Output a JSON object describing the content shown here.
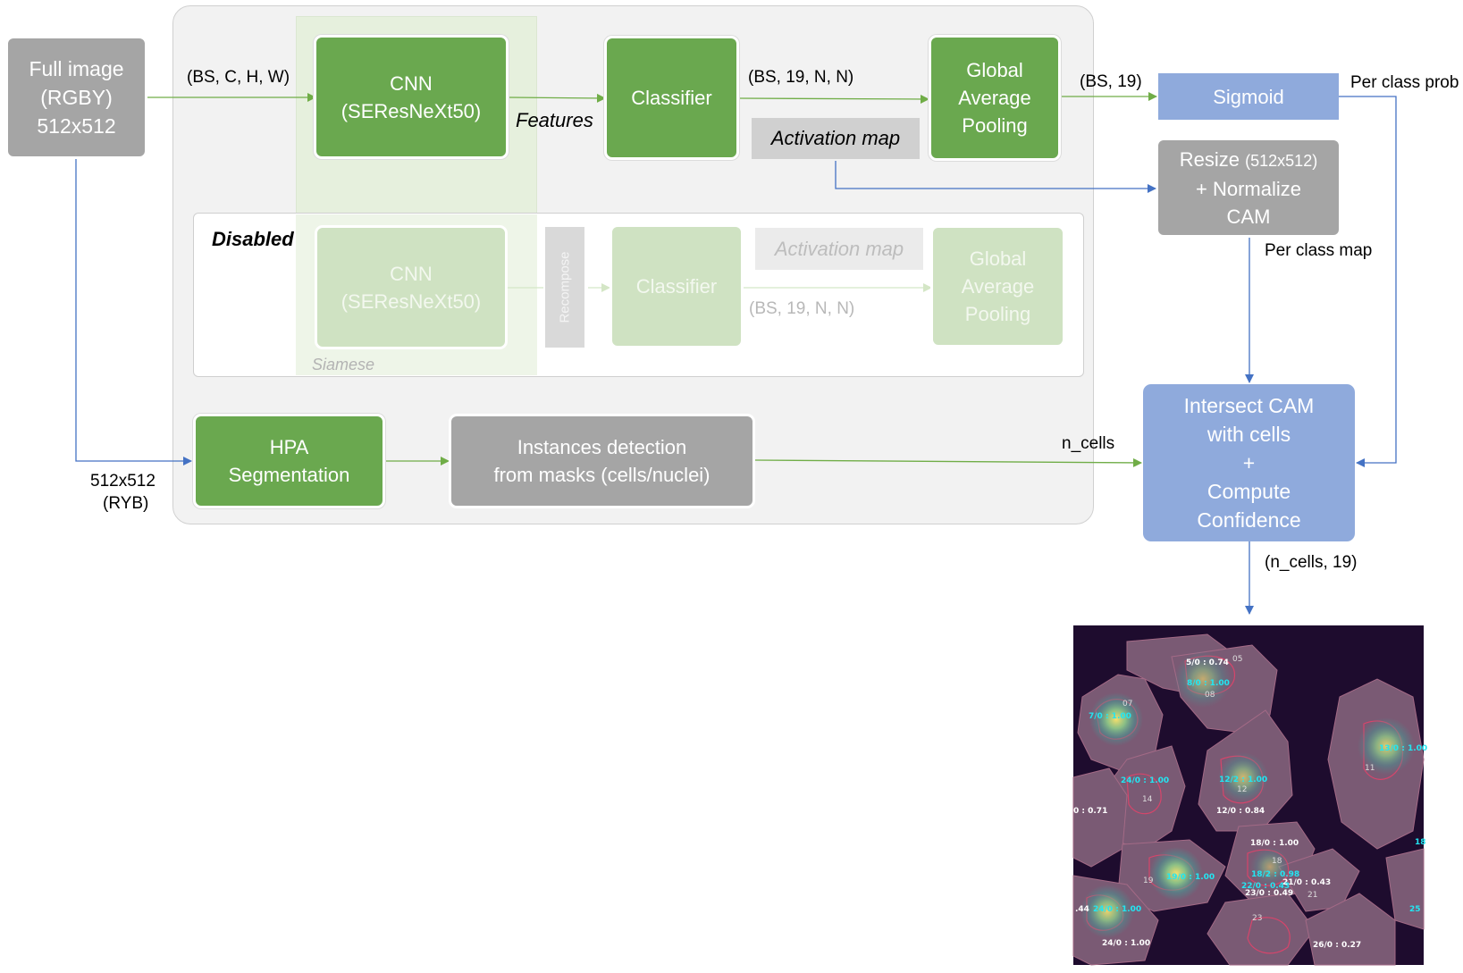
{
  "input": {
    "line1": "Full image",
    "line2": "(RGBY)",
    "line3": "512x512"
  },
  "labels": {
    "input_shape": "(BS, C, H, W)",
    "features": "Features",
    "classifier_shape": "(BS, 19, N, N)",
    "gap_shape": "(BS, 19)",
    "per_class_prob": "Per class prob",
    "per_class_map": "Per class map",
    "n_cells": "n_cells",
    "output_shape": "(n_cells, 19)",
    "seg_input_line1": "512x512",
    "seg_input_line2": "(RYB)"
  },
  "cnn": {
    "line1": "CNN",
    "line2": "(SEResNeXt50)"
  },
  "classifier": {
    "label": "Classifier"
  },
  "gap": {
    "line1": "Global",
    "line2": "Average",
    "line3": "Pooling"
  },
  "activation_map": {
    "label": "Activation map"
  },
  "sigmoid": {
    "label": "Sigmoid"
  },
  "resize": {
    "line1a": "Resize ",
    "line1b": "(512x512)",
    "line2": "+ Normalize",
    "line3": "CAM"
  },
  "disabled": {
    "title": "Disabled",
    "cnn_line1": "CNN",
    "cnn_line2": "(SEResNeXt50)",
    "recompose": "Recompose",
    "classifier": "Classifier",
    "activation_map": "Activation map",
    "shape": "(BS, 19, N, N)",
    "gap_line1": "Global",
    "gap_line2": "Average",
    "gap_line3": "Pooling",
    "siamese": "Siamese"
  },
  "hpa": {
    "line1": "HPA",
    "line2": "Segmentation"
  },
  "instances": {
    "line1": "Instances detection",
    "line2": "from masks (cells/nuclei)"
  },
  "intersect": {
    "line1": "Intersect CAM",
    "line2": "with cells",
    "line3": "+",
    "line4": "Compute",
    "line5": "Confidence"
  },
  "cell_labels": [
    {
      "text": "5/0 : 0.74",
      "hl": false
    },
    {
      "text": "05",
      "hl": false
    },
    {
      "text": "8/0 : 1.00",
      "hl": true
    },
    {
      "text": "08",
      "hl": false
    },
    {
      "text": "07",
      "hl": false
    },
    {
      "text": "7/0 : 1.00",
      "hl": true
    },
    {
      "text": "13/0 : 1.00",
      "hl": true
    },
    {
      "text": "11",
      "hl": false
    },
    {
      "text": "24/0 : 1.00",
      "hl": true
    },
    {
      "text": "14",
      "hl": false
    },
    {
      "text": "12/2 : 1.00",
      "hl": true
    },
    {
      "text": "12",
      "hl": false
    },
    {
      "text": "0 : 0.71",
      "hl": false
    },
    {
      "text": "12/0 : 0.84",
      "hl": false
    },
    {
      "text": "18/0 : 1.00",
      "hl": false
    },
    {
      "text": "18",
      "hl": false
    },
    {
      "text": "18",
      "hl": true
    },
    {
      "text": "19",
      "hl": false
    },
    {
      "text": "19/0 : 1.00",
      "hl": true
    },
    {
      "text": "18/2 : 0.98",
      "hl": true
    },
    {
      "text": "21/0 : 0.43",
      "hl": false
    },
    {
      "text": "22/0 : 0.43",
      "hl": true
    },
    {
      "text": "23/0 : 0.49",
      "hl": false
    },
    {
      "text": "21",
      "hl": false
    },
    {
      "text": ".44",
      "hl": false
    },
    {
      "text": "24/0 : 1.00",
      "hl": true
    },
    {
      "text": "25",
      "hl": true
    },
    {
      "text": "23",
      "hl": false
    },
    {
      "text": "24/0 : 1.00",
      "hl": false
    },
    {
      "text": "26/0 : 0.27",
      "hl": false
    }
  ],
  "colors": {
    "green": "#6aa84f",
    "gray": "#a5a5a5",
    "blue": "#8faadc",
    "arrow_green": "#70ad47",
    "arrow_blue": "#4472c4"
  }
}
